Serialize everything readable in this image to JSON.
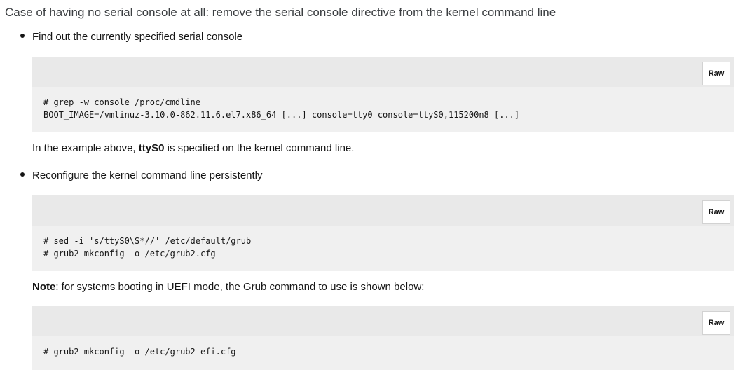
{
  "heading": "Case of having no serial console at all: remove the serial console directive from the kernel command line",
  "steps": [
    {
      "bullet": "Find out the currently specified serial console",
      "code": {
        "raw_label": "Raw",
        "lines": [
          "# grep -w console /proc/cmdline",
          "BOOT_IMAGE=/vmlinuz-3.10.0-862.11.6.el7.x86_64 [...] console=tty0 console=ttyS0,115200n8 [...]"
        ]
      },
      "note": {
        "before": "In the example above, ",
        "strong": "ttyS0",
        "after": " is specified on the kernel command line."
      }
    },
    {
      "bullet": "Reconfigure the kernel command line persistently",
      "code": {
        "raw_label": "Raw",
        "lines": [
          "# sed -i 's/ttyS0\\S*//' /etc/default/grub",
          "# grub2-mkconfig -o /etc/grub2.cfg"
        ]
      },
      "note": {
        "strong": "Note",
        "after": ": for systems booting in UEFI mode, the Grub command to use is shown below:"
      }
    }
  ],
  "uefi_code": {
    "raw_label": "Raw",
    "lines": [
      "# grub2-mkconfig -o /etc/grub2-efi.cfg"
    ]
  }
}
